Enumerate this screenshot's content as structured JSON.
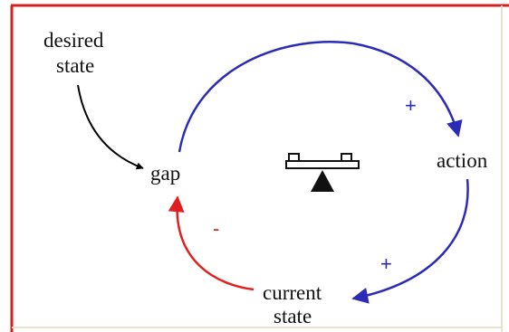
{
  "diagram": {
    "type": "causal-loop",
    "variables": {
      "desired_state": [
        "desired",
        "state"
      ],
      "gap": "gap",
      "action": "action",
      "current_state": [
        "current",
        "state"
      ]
    },
    "links": [
      {
        "from": "desired_state",
        "to": "gap",
        "polarity": "",
        "color": "#000000"
      },
      {
        "from": "gap",
        "to": "action",
        "polarity": "+",
        "color": "#2b2bb8"
      },
      {
        "from": "action",
        "to": "current_state",
        "polarity": "+",
        "color": "#2b2bb8"
      },
      {
        "from": "current_state",
        "to": "gap",
        "polarity": "-",
        "color": "#e02020"
      }
    ],
    "loop_icon": "balance-seesaw-icon",
    "colors": {
      "frame": "#d42020",
      "positive_link": "#2b2bb8",
      "negative_link": "#e02020",
      "input_link": "#000000",
      "text": "#111111"
    }
  }
}
